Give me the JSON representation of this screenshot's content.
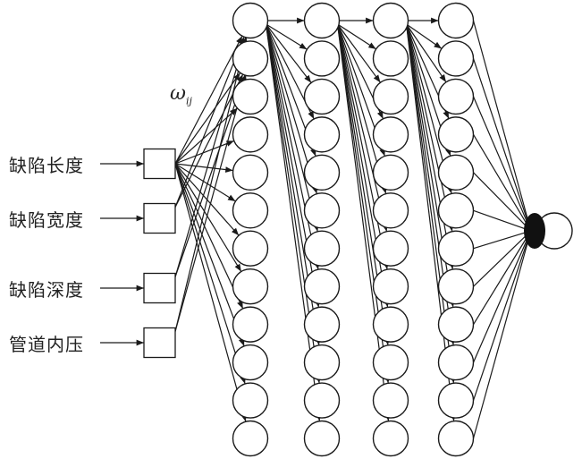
{
  "diagram": {
    "type": "neural-network",
    "inputs": [
      {
        "label": "缺陷长度"
      },
      {
        "label": "缺陷宽度"
      },
      {
        "label": "缺陷深度"
      },
      {
        "label": "管道内压"
      }
    ],
    "weight_label": {
      "symbol": "ω",
      "subscript": "ij"
    },
    "hidden_layers": 4,
    "neurons_per_hidden_layer": 12,
    "output_neurons": 1,
    "colors": {
      "stroke": "#1a1a1a",
      "background": "#ffffff",
      "output_fill": "#111111"
    }
  }
}
